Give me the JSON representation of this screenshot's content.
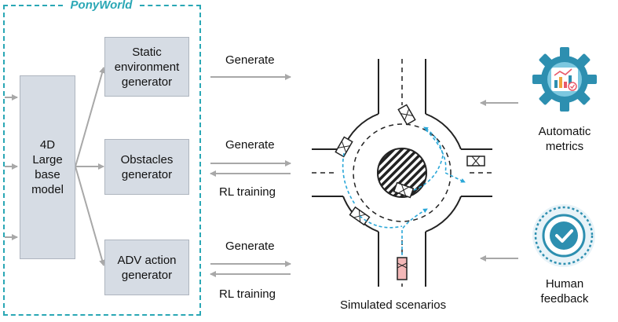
{
  "frame_title": "PonyWorld",
  "base_model_label": "4D Large base model",
  "generators": [
    {
      "label": "Static environment generator"
    },
    {
      "label": "Obstacles generator"
    },
    {
      "label": "ADV action generator"
    }
  ],
  "link_labels": {
    "generate": "Generate",
    "rl_training": "RL training"
  },
  "scene_caption": "Simulated scenarios",
  "feedback_sources": [
    {
      "label": "Automatic metrics",
      "icon": "gear-chart-icon"
    },
    {
      "label": "Human feedback",
      "icon": "check-badge-icon"
    }
  ],
  "colors": {
    "frame": "#2aa7b5",
    "box_fill": "#d6dce4",
    "arrow": "#a8a8a8",
    "path": "#2aa7d8",
    "ego_car": "#f4b8b8",
    "icon_teal": "#2d8fb0"
  }
}
